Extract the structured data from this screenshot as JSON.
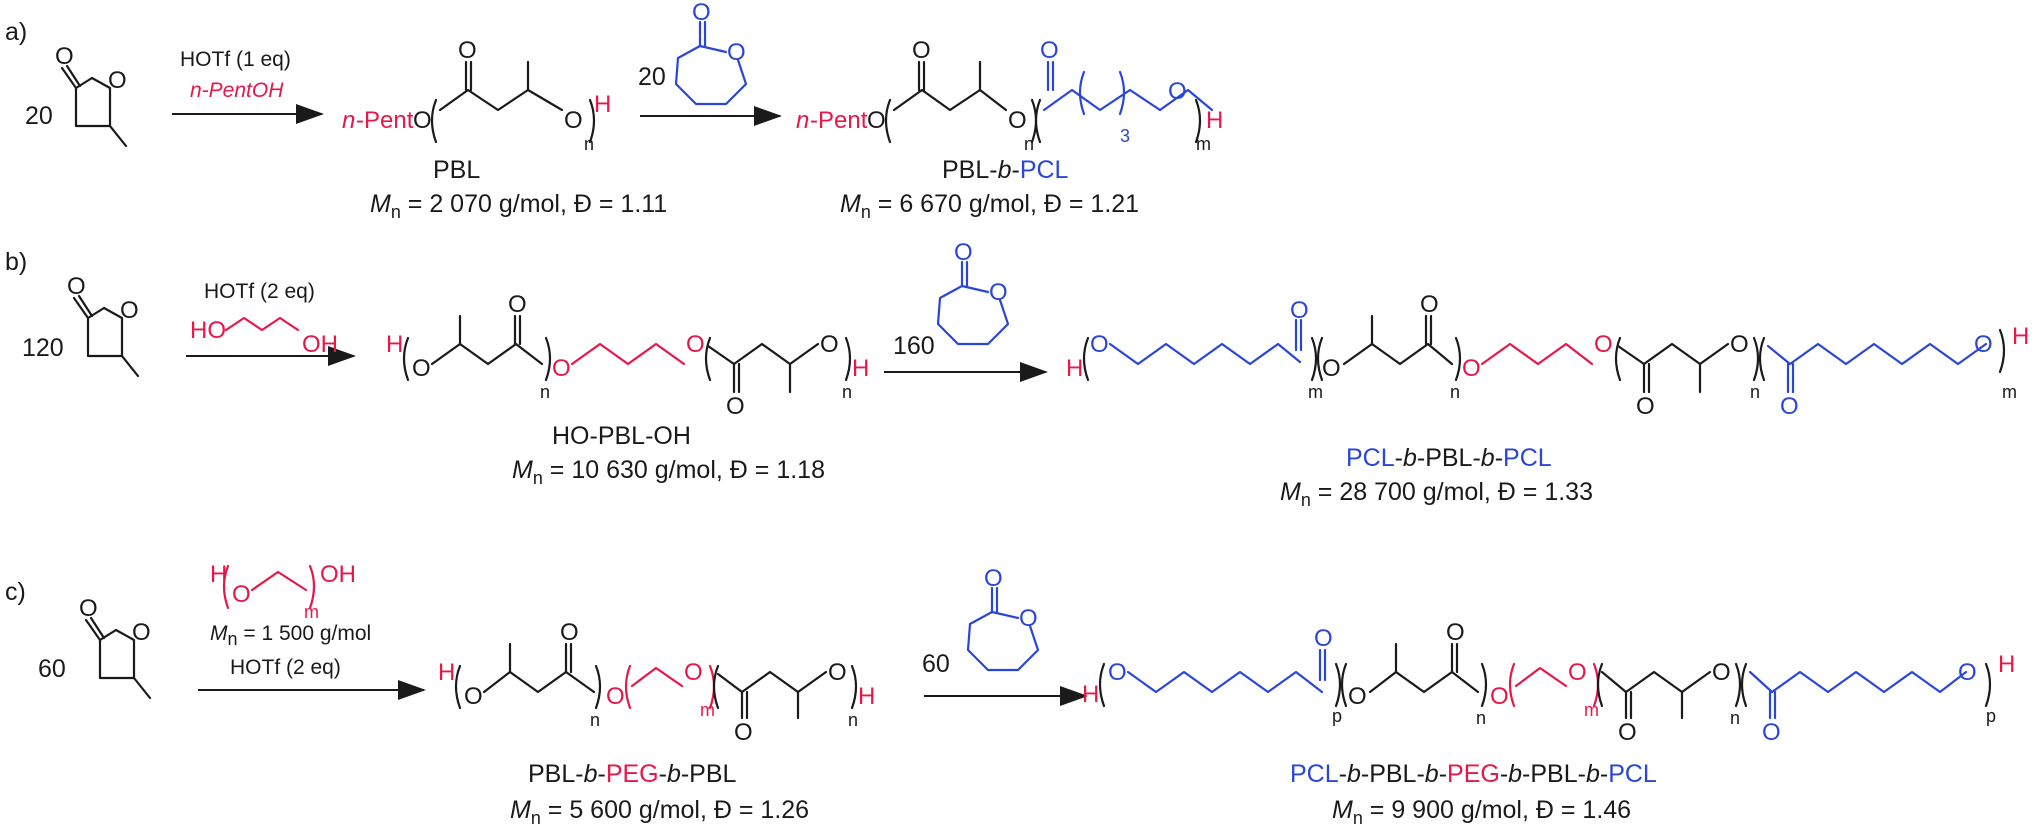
{
  "panels": {
    "a": {
      "tag": "a)",
      "monomer_eq": "20",
      "step1_reagent": "HOTf (1 eq)",
      "step1_initiator": "n-PentOH",
      "step2_eq": "20",
      "product1_name": "PBL",
      "product1_mn": "M",
      "product1_mn_sub": "n",
      "product1_stats": " = 2 070 g/mol, Đ = 1.11",
      "product2_name": [
        "PBL-",
        "b",
        "-",
        "PCL"
      ],
      "product2_mn": "M",
      "product2_mn_sub": "n",
      "product2_stats": " = 6 670 g/mol, Đ = 1.21"
    },
    "b": {
      "tag": "b)",
      "monomer_eq": "120",
      "step1_reagent": "HOTf (2 eq)",
      "step2_eq": "160",
      "product1_name": "HO-PBL-OH",
      "product1_mn": "M",
      "product1_mn_sub": "n",
      "product1_stats": " = 10 630 g/mol, Đ = 1.18",
      "product2_name": [
        "PCL",
        "-",
        "b",
        "-PBL-",
        "b",
        "-",
        "PCL"
      ],
      "product2_mn": "M",
      "product2_mn_sub": "n",
      "product2_stats": " = 28 700 g/mol, Đ = 1.33"
    },
    "c": {
      "tag": "c)",
      "monomer_eq": "60",
      "peg_mn": "M",
      "peg_mn_sub": "n",
      "peg_stats": " = 1 500 g/mol",
      "step1_reagent": "HOTf (2 eq)",
      "step2_eq": "60",
      "product1_name": [
        "PBL-",
        "b",
        "-",
        "PEG",
        "-",
        "b",
        "-PBL"
      ],
      "product1_mn": "M",
      "product1_mn_sub": "n",
      "product1_stats": " = 5 600 g/mol, Đ = 1.26",
      "product2_name": [
        "PCL",
        "-",
        "b",
        "-PBL-",
        "b",
        "-",
        "PEG",
        "-",
        "b",
        "-PBL-",
        "b",
        "-",
        "PCL"
      ],
      "product2_mn": "M",
      "product2_mn_sub": "n",
      "product2_stats": " = 9 900 g/mol, Đ = 1.46"
    }
  },
  "atoms": {
    "O": "O",
    "H": "H",
    "OH": "OH",
    "HO": "HO",
    "PentO": "-PentO",
    "n_italic": "n"
  },
  "subscripts": {
    "n": "n",
    "m": "m",
    "p": "p",
    "three": "3"
  },
  "colors": {
    "black": "#1a1a1a",
    "red": "#e8174a",
    "blue": "#2a46d8"
  }
}
